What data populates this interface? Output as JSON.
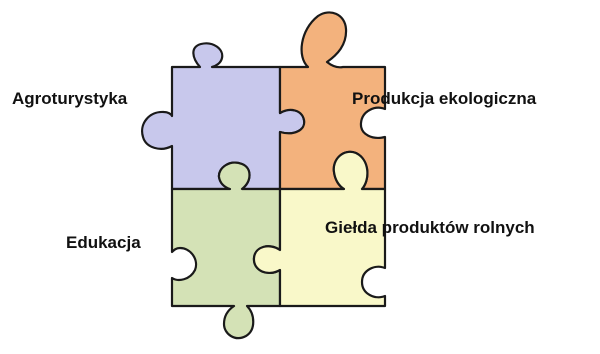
{
  "pieces": [
    {
      "key": "agro",
      "label": "Agroturystyka",
      "color": "#c8c8ec"
    },
    {
      "key": "prod",
      "label": "Produkcja ekologiczna",
      "color": "#f3b27d"
    },
    {
      "key": "edu",
      "label": "Edukacja",
      "color": "#d4e2b6"
    },
    {
      "key": "gield",
      "label": "Giełda produktów rolnych",
      "color": "#f9f8c9"
    }
  ]
}
